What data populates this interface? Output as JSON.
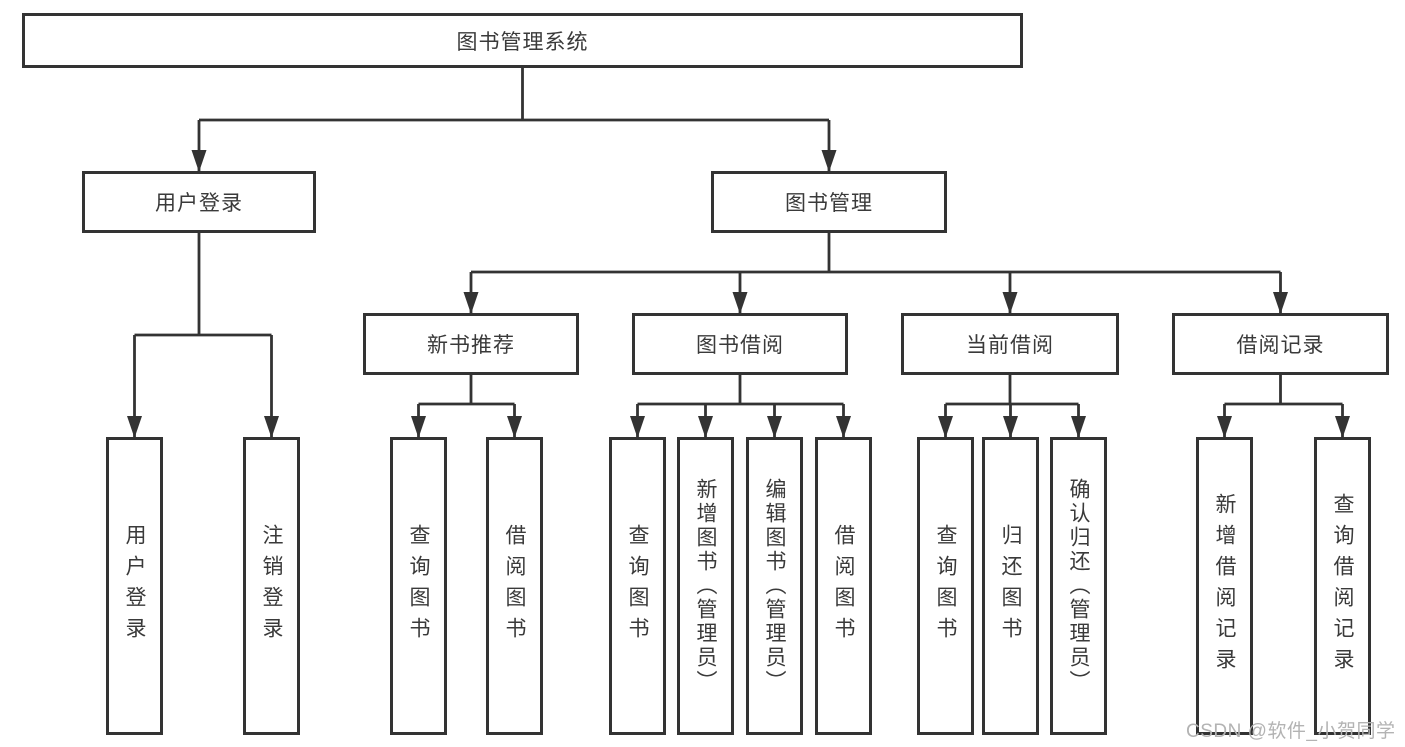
{
  "tree": {
    "root": "图书管理系统",
    "level2": [
      "用户登录",
      "图书管理"
    ],
    "level3": [
      "新书推荐",
      "图书借阅",
      "当前借阅",
      "借阅记录"
    ],
    "leaves": {
      "user": [
        "用户登录",
        "注销登录"
      ],
      "newbook": [
        "查询图书",
        "借阅图书"
      ],
      "borrow": [
        "查询图书",
        "新增图书（管理员）",
        "编辑图书（管理员）",
        "借阅图书"
      ],
      "current": [
        "查询图书",
        "归还图书",
        "确认归还（管理员）"
      ],
      "records": [
        "新增借阅记录",
        "查询借阅记录"
      ]
    }
  },
  "watermark": {
    "text": "CSDN @软件_小贺同学"
  },
  "colors": {
    "line": "#333333",
    "box_border": "#333333",
    "text": "#3a3a3a",
    "watermark": "#b3b3b3",
    "background": "#ffffff"
  }
}
